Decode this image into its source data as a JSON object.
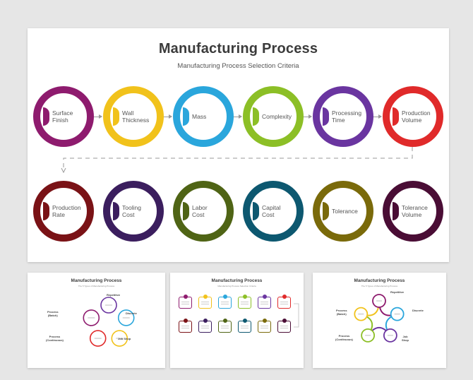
{
  "main": {
    "title": "Manufacturing Process",
    "subtitle": "Manufacturing Process Selection Criteria",
    "row1": [
      {
        "label": "Surface\nFinish",
        "color": "#8e1b6e"
      },
      {
        "label": "Wall\nThickness",
        "color": "#f1c21b"
      },
      {
        "label": "Mass",
        "color": "#2aa6dc"
      },
      {
        "label": "Complexity",
        "color": "#8cbf26"
      },
      {
        "label": "Processing\nTime",
        "color": "#6a35a0"
      },
      {
        "label": "Production\nVolume",
        "color": "#e02a2a"
      }
    ],
    "row2": [
      {
        "label": "Production\nRate",
        "color": "#7a1216"
      },
      {
        "label": "Tooling\nCost",
        "color": "#3b1e5e"
      },
      {
        "label": "Labor\nCost",
        "color": "#4f6415"
      },
      {
        "label": "Capital\nCost",
        "color": "#0d5870"
      },
      {
        "label": "Tolerance",
        "color": "#7a6a0a"
      },
      {
        "label": "Tolerance\nVolume",
        "color": "#4a0d35"
      }
    ]
  },
  "thumb1": {
    "title": "Manufacturing Process",
    "subtitle": "The 5 Types of Manufacturing Process",
    "labels": {
      "repetitive": "Repetitive",
      "discrete": "Discrete",
      "job_shop": "Job Shop",
      "continuous": "Process\n(Continuous)",
      "batch": "Process\n(Batch)"
    },
    "colors": [
      "#6a35a0",
      "#2aa6dc",
      "#f1c21b",
      "#e02a2a",
      "#8e1b6e"
    ]
  },
  "thumb2": {
    "title": "Manufacturing Process",
    "subtitle": "Manufacturing Process Selection Criteria",
    "colors_top": [
      "#8e1b6e",
      "#f1c21b",
      "#2aa6dc",
      "#8cbf26",
      "#6a35a0",
      "#e02a2a"
    ],
    "colors_bottom": [
      "#7a1216",
      "#3b1e5e",
      "#4f6415",
      "#0d5870",
      "#7a6a0a",
      "#4a0d35"
    ]
  },
  "thumb3": {
    "title": "Manufacturing Process",
    "subtitle": "The 5 Types of Manufacturing Process",
    "labels": {
      "repetitive": "Repetitive",
      "discrete": "Discrete",
      "job_shop": "Job\nShop",
      "continuous": "Process\n(Continuous)",
      "batch": "Process\n(Batch)"
    },
    "colors": [
      "#8e1b6e",
      "#2aa6dc",
      "#6a35a0",
      "#8cbf26",
      "#f1c21b"
    ]
  }
}
